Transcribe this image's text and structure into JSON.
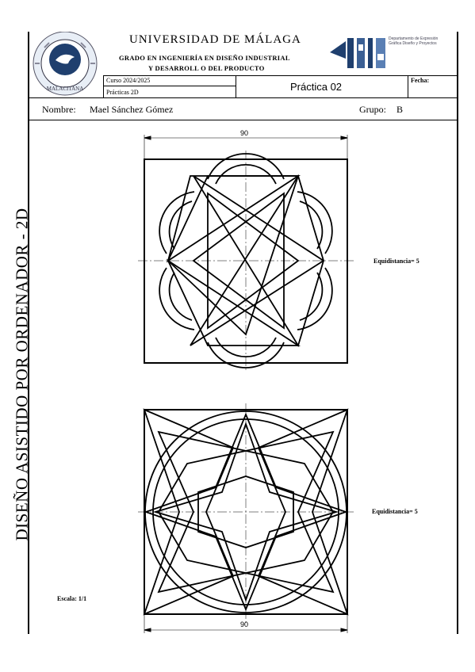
{
  "side_title": "DISEÑO ASISTIDO POR ORDENADOR - 2D",
  "header": {
    "university": "UNIVERSIDAD DE MÁLAGA",
    "degree_line1": "GRADO EN INGENIERÍA EN DISEÑO INDUSTRIAL",
    "degree_line2": "Y DESARROLL O DEL PRODUCTO",
    "course": "Curso 2024/2025",
    "practices": "Prácticas 2D",
    "practice_title": "Práctica 02",
    "date_label": "Fecha:",
    "dept_text": "Departamento de Expresión Gráfica Diseño y Proyectos"
  },
  "student": {
    "name_label": "Nombre:",
    "name_value": "Mael Sánchez Gómez",
    "group_label": "Grupo:",
    "group_value": "B"
  },
  "drawing1": {
    "dimension": "90",
    "note": "Equidistancia= 5"
  },
  "drawing2": {
    "dimension": "90",
    "note": "Equidistancia= 5"
  },
  "scale": "Escala: 1/1"
}
